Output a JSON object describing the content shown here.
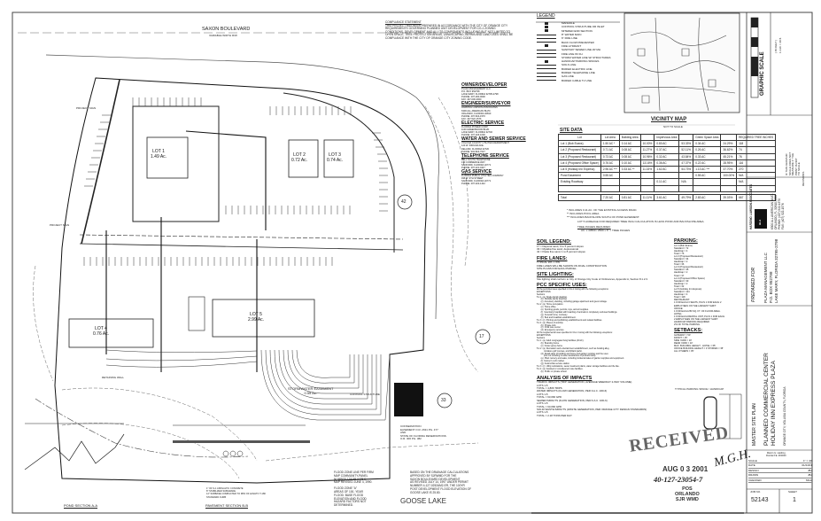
{
  "plan": {
    "road_name": "SAXON BOULEVARD",
    "road_sub": "VARIABLE WIDTH R/W",
    "lots": [
      {
        "name": "LOT 1",
        "area": "1.49 Ac."
      },
      {
        "name": "LOT 2",
        "area": "0.72 Ac."
      },
      {
        "name": "LOT 3",
        "area": "0.74 Ac."
      },
      {
        "name": "LOT 4",
        "area": "0.76 Ac."
      },
      {
        "name": "LOT 5",
        "area": "2.99 Ac."
      }
    ],
    "project_sign": "PROJECT SIGN",
    "retaining_wall": "RETAINING WALL",
    "stormwater_easement": "STORMWATER EASEMENT",
    "stormwater_area": "0.55 Ac.",
    "control_structure": "CONTROL STRUCTURE",
    "soil_labels": [
      "42",
      "17",
      "33"
    ],
    "conservation_note": [
      "CONSERVATION",
      "EASEMENT O.R. 2631 PG. 477",
      "AND",
      "STATE OF FLORIDA RESERVATIONS",
      "O.R. 306 PG. 382"
    ],
    "lake": "GOOSE LAKE",
    "flood_note_1": [
      "FLOOD ZONE LINE PER FIRM",
      "MAP COMMUNITY-PANEL",
      "NUMBER 125155 0475 E",
      "MAP REVISED JUNE 4, 1990."
    ],
    "flood_note_2": [
      "FLOOD ZONE \"A\"",
      "AREAS OF 100- YEAR",
      "FLOOD. BASE FLOOD",
      "ELEVATION AND FLOOD",
      "HAZARD FACTORS NOT",
      "DETERMINED."
    ],
    "drainage_note": [
      "BASED ON THE DRAINAGE CALCULATIONS",
      "APPROVED BY SJRWMD FOR THE",
      "SAXON BOULEVARD DEVELOPMENT",
      "AS REVISED JULY 14, 1997 UNDER PERMIT",
      "NUMBER 4-127-0252AM2-ER, THE 100YR",
      "POST DEVELOPMENT FLOOD ELEVATION OF",
      "GOOSE LAKE IS 25.80."
    ],
    "pond_section": "POND SECTION A-A",
    "pavement_section": "PAVEMENT SECTION B-B",
    "pavement_notes": [
      "1\" OF S-1 ASPHALTIC CONCRETE",
      "8\" STABILIZED SUBGRADE",
      "12\" SUBBASE COMPACTED TO 98% OF AASHTO T-180",
      "STANDARD CURB"
    ]
  },
  "compliance": {
    "title": "COMPLIANCE STATEMENT",
    "lines": [
      "THIS PROJECT HAS BEEN PREPARED IN ACCORDANCE WITH THE CITY OF ORANGE CITY",
      "REQUIREMENTS GOVERNING PLANNED UNIT DEVELOPMENT FOR CG-1 ZONING",
      "CONDITIONS, DEVELOPMENT AND ALL ITS COMPONENTS INCLUDING BUT NOT LIMITED TO",
      "OPEN SPACE, TREE PROTECTION AREAS, LANDSCAPING, BERMS AND LAND USES SHALL BE",
      "COMPLIANCE WITH THE CITY OF ORANGE CITY ZONING CODE."
    ]
  },
  "contacts": [
    {
      "title": "OWNER/DEVELOPER",
      "lines": [
        "PLAZA MANAGEMENT LLC",
        "P.O. BOX 952798",
        "LAKE MARY, FLORIDA 32795-2798",
        "PHONE: 407-000-0000",
        "FAX: 407-000-0000"
      ]
    },
    {
      "title": "ENGINEER/SURVEYOR",
      "lines": [
        "HARDING LAWSON ASSOCIATES",
        "6300 ALL AMERICAN BLVD.",
        "ORLANDO, FLORIDA 32810",
        "PHONE: 407-522-1570",
        "FAX: 407-522-1576"
      ]
    },
    {
      "title": "ELECTRIC SERVICE",
      "lines": [
        "FLORIDA POWER CORP.",
        "1100 GREENWOOD BLVD.",
        "LAKE MARY, FLORIDA 32746",
        "PHONE: 407-326-1000"
      ]
    },
    {
      "title": "WATER AND SEWER SERVICE",
      "lines": [
        "VOLUSIA COUNTY UTILITIES DEPARTMENT",
        "123 W. INDIANA AVE.",
        "DELAND, FLORIDA 32720",
        "PHONE: 904-822-7027"
      ]
    },
    {
      "title": "TELEPHONE SERVICE",
      "lines": [
        "BELL SOUTH TELEPHONE",
        "133 COMMERCE WAY",
        "SANFORD, FLORIDA 32771",
        "PHONE: 407-321-0447"
      ]
    },
    {
      "title": "GAS SERVICE",
      "lines": [
        "FLORIDA PUBLIC UTILITIES COMPANY",
        "936 W. 9TH STREET",
        "SANFORD, FLORIDA 32771",
        "PHONE: 407-322-1442"
      ]
    }
  ],
  "legend": {
    "title": "LEGEND",
    "items": [
      "MANHOLE",
      "CONTROL STRUCTURE OR INLET",
      "MITERED END SECTION",
      "8\" WATER MAIN",
      "6\" FIRE LINE",
      "BACK FLOW PREVENTER",
      "FIRE HYDRANT",
      "SANITARY SEWER LINE W/ MH",
      "FIRE LINE W/ FH",
      "STORM WATER LINE W/ STRUCTURES",
      "HANDICAP PARKING SPACES",
      "SOILS LINE",
      "BURIED ELECTRIC LINE",
      "BURIED TELEPHONE LINE",
      "GAS LINE",
      "BURIED CABLE TV LINE"
    ]
  },
  "vicinity": {
    "title": "VICINITY MAP",
    "sub": "NOT TO SCALE"
  },
  "graphic_scale": {
    "title": "GRAPHIC SCALE",
    "units": "( IN FEET )",
    "ratio": "1 inch = 40 ft."
  },
  "site_data": {
    "title": "SITE DATA",
    "headers": [
      "Lot",
      "Lot Area",
      "Building Area",
      "",
      "Impervious Area",
      "",
      "Green Space Area",
      "",
      "REQUIRED TREE INCHES"
    ],
    "rows": [
      [
        "Lot 1 (Bob Evans)",
        "1.50 AC *",
        "0.14 AC",
        "10.00%",
        "0.80 AC",
        "53.33%",
        "0.34 AC",
        "24.29%",
        "118"
      ],
      [
        "Lot 2 (Proposed Restaurant)",
        "0.71 AC",
        "0.08 AC",
        "11.27%",
        "0.37 AC",
        "52.11%",
        "0.26 AC",
        "36.62%",
        "74"
      ],
      [
        "Lot 3 (Proposed Restaurant)",
        "0.73 AC",
        "0.08 AC",
        "10.96%",
        "0.32 AC",
        "43.84%",
        "0.33 AC",
        "45.21%",
        "76"
      ],
      [
        "Lot 4 (Proposed Office Space)",
        "0.76 AC",
        "0.10 AC",
        "13.16%",
        "0.36 AC",
        "47.37%",
        "0.22 AC",
        "28.95%",
        "116"
      ],
      [
        "Lot 5 (Holiday Inn Express)",
        "2.96 AC ***",
        "0.33 AC **",
        "11.15%",
        "1.62 AC",
        "54.73%",
        "1.13 AC ***",
        "37.70%",
        "270"
      ],
      [
        "Pond Easement",
        "0.55 AC",
        "",
        "",
        "",
        "",
        "0.55 AC",
        "100.00%",
        "N/A"
      ],
      [
        "Existing Roadway",
        "",
        "",
        "",
        "0.11 AC",
        "N/A",
        "",
        "",
        "N/A"
      ],
      [
        "",
        "",
        "",
        "",
        "",
        "",
        "",
        "",
        ""
      ]
    ],
    "total": [
      "Total",
      "7.20 AC",
      "0.81 AC",
      "11.11%",
      "3.61 AC",
      "49.79%",
      "2.83 AC",
      "39.03%",
      "667"
    ],
    "notes": [
      "*    INCLUDES 0.11 AC. OF THE EXISTING ACCESS ROAD.",
      "**   INCLUDES POOL AREA.",
      "***  INCLUDES BACKSLOPE SOUTH OF POND EASEMENT.",
      "LOT 5 ACREAGE FOR REQUIRED TREE INCH CALCULATION IS LESS POND AND BACKSLOPE AREA.",
      "TREE INCHES REQUIRED:",
      "AC. x 43560 / 2500 x 6\" = TREE INCHES"
    ]
  },
  "notes": {
    "soil": {
      "title": "SOIL LEGEND:",
      "lines": [
        "17 = Daytona sand, 0 to 5 percent slopes",
        "33 = Myakka fine sand, depressional",
        "42 = Paola fine sand, 1 to 8 percent slopes"
      ]
    },
    "fire": {
      "title": "FIRE LANES:",
      "lines": [
        "TYPICAL 20'L x 4'W",
        "FIRE LANES WILL BE SHOWN ON FINAL CONSTRUCTION",
        "SITE PLANS FOR EACH PARCEL."
      ]
    },
    "lighting": {
      "title": "SITE LIGHTING:",
      "lines": [
        "Site lighting shall conform to City of Orange City Code of Ordinances, Appendix A, Section 8.1.2.3."
      ]
    },
    "pcc": {
      "title": "PCC SPECIFIC USES:",
      "lines": [
        "All the permitted uses specified in CG-1 zoning with the following exceptions:",
        "EXCEPTIONS:",
        "Sections",
        "5.1.1  (a)  Single-family dwelling.",
        "       (b)  Multiple-family dwelling.",
        "       (c)  Accessory dwelling, including garage apartment and guest cottage.",
        "5.1.2  (a)  Home occupation.",
        "       (c)  Home office.",
        "       (e)  Sporting goods, permits, toys, and art supplies.",
        "       (f)  Veterinary hospitals with boarding of animals in completely enclosed buildings.",
        "       (g)  Funeral home, mortuary.",
        "       (h)  Bed and breakfast establishment.",
        "5.1.3  (c)  Printing and publishing establishments and related facilities.",
        "5.1.4  (a)  Places of worship.",
        "       (b)  Private club.",
        "       (c)  Child care center.",
        "       (d)  Emergency services.",
        "All the supplemental uses specified in CG-1 zoning with the following exceptions:",
        "EXCEPTIONS:",
        "Sections",
        "5.1.1  (a)  Adult congregate living facilities (ACLF).",
        "       (b)  Boarding home.",
        "       (c)  Foster group home.",
        "5.1.2  (a)  Recreation and entertainment establishment, such as bowling alley,",
        "            miniature golf courses, and billiard parlor.",
        "       (d)  Retail sales of building and home and garden supplies and the uses",
        "            (but not including on-site manufacture of products sold).",
        "       (e)  Plant nursery and sales, including incidental sales of garden supplies and equipment.",
        "       (f)  Farmer's curb market.",
        "       (g)  Automobile service station.",
        "5.1.3  (c)  Utility substations, sewer treatment plants, water storage facilities and the like.",
        "5.1.4  (a)  Assisted or convalescent care facilities.",
        "       (b)  Public or private school."
      ]
    },
    "impacts": {
      "title": "ANALYSIS OF IMPACTS",
      "lines": [
        "TRAFFIC IMPACTS (TRIP GENERATION, AVERAGE WEEKDAY 2-WAY VOLUME)",
        "LOTS 1-5",
        "TOTAL = 4,806 TRIPS",
        "WATER IMPACTS (FLOW GENERATION, PER F.A.C. 10D-6)",
        "LOTS 1-5",
        "TOTAL = 63,066 GPD",
        "SEWER IMPACTS (FLOW GENERATION, PER F.A.C. 10D-6)",
        "LOTS 1-5",
        "TOTAL = 63,066 GPD",
        "SOLID WASTE IMPACTS (WASTE GENERATION, PER ORANGE CITY DESIGN STANDARDS)",
        "LOTS 1-5",
        "TOTAL = 2.18 TONS PER DAY"
      ]
    },
    "parking": {
      "title": "PARKING:",
      "lines": [
        "Lot 1 (Bob Evans)",
        "Standard = 72",
        "Handicap = 4",
        "Total = 76",
        "Lot 2 (Proposed Restaurant)",
        "Standard = 34",
        "Handicap = 2",
        "Total = 36",
        "Lot 3 (Proposed Restaurant)",
        "Standard = 35",
        "Handicap = 2",
        "Total = 37",
        "Lot 4 (Proposed Office Space)",
        "Standard = 30",
        "Handicap = 2",
        "Total = 32",
        "Lot 5 (Holiday Inn Express)",
        "Standard = 114",
        "Handicap = 4",
        "Total = 118",
        "RESTAURANT:",
        "1 FOR EACH 3 SEATS, PLUS 1 FOR EACH 2",
        "EMPLOYEES ON THE LARGEST SHIFT.",
        "OFFICE:",
        "1 FOR EACH 250 SQ. FT. OF FLOOR AREA.",
        "HOTEL:",
        "1 FOR EACH RENTAL UNIT, PLUS 1 FOR EACH",
        "2 EMPLOYEES ON THE LARGEST SHIFT.",
        "HANDICAP PARKING REQUIRED",
        "2% OF TOTAL PARKING"
      ]
    },
    "setbacks": {
      "title": "SETBACKS:",
      "lines": [
        "GATEWAY = 50'",
        "FRONT = 25'",
        "SIDE YARD = 10'",
        "REAR YARD = 10'",
        "MAX. BUILDING HEIGHT - HOTEL = 65'",
        "OFFICE BUILDING HEIGHT = 3 STORIES = 35'",
        "ALL OTHERS = 35'"
      ]
    },
    "typical_parking": "TYPICAL PARKING SPACE / HANDICAP"
  },
  "stamp": {
    "received": "RECEIVED",
    "date": "AUG 0 3 2001",
    "permit": "40-127-23054-7",
    "office": [
      "POS",
      "ORLANDO",
      "SJR WMD"
    ]
  },
  "title_block": {
    "sheet_title": "MASTER SITE PLAN",
    "project": [
      "PLANNED COMMERCIAL CENTER",
      "HOLIDAY INN EXPRESS PLAZA"
    ],
    "location": "ORANGE CITY, VOLUSIA COUNTY, FLORIDA",
    "prepared_for_label": "PREPARED FOR",
    "client": [
      "PLAZA MANAGEMENT LLC",
      "P.O. BOX 952798",
      "LAKE MARY, FLORIDA 32795-2798"
    ],
    "firm": "HARDING LAWSON ASSOCIATES",
    "firm_logo": "HLA",
    "firm_address": [
      "6300 ALL AMERICAN BLVD.",
      "ORLANDO, FL 32810-4350",
      "PHONE: (407) 522-1570",
      "FAX: (407) 522-1576"
    ],
    "scale_note": [
      "IF THIS GRAPHIC",
      "SCALE DOES NOT",
      "MEASURE 1\" THE",
      "PRINT IS NOT",
      "TO SCALE"
    ],
    "engineer": [
      "Melvin G. Harding",
      "Florida P.E. #00000"
    ],
    "fields": [
      {
        "label": "SCALE",
        "value": "1\" = 40'"
      },
      {
        "label": "DATE",
        "value": "01/24/01"
      },
      {
        "label": "DESIGN",
        "value": "JBJ"
      },
      {
        "label": "DRAWN",
        "value": "JBJ"
      },
      {
        "label": "CHECKED",
        "value": "MGH"
      }
    ],
    "job_label": "JOB NO.",
    "job_no": "52143",
    "sheet_label": "SHEET",
    "sheet_no": "1",
    "revisions_label": "REVISIONS"
  }
}
